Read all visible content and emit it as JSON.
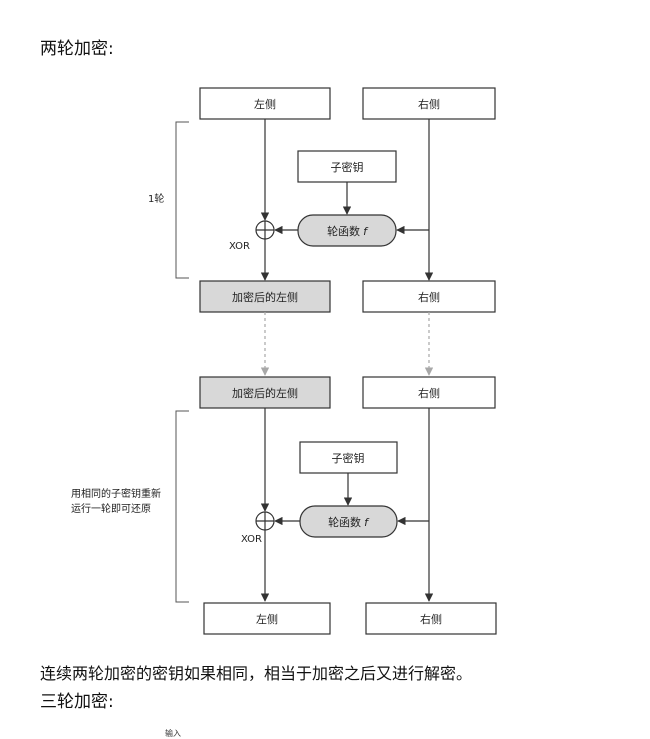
{
  "heading_two_rounds": "两轮加密:",
  "diagram": {
    "top_left": "左侧",
    "top_right": "右侧",
    "subkey_1": "子密钥",
    "round_function_1_prefix": "轮函数",
    "round_function_1_symbol": "f",
    "xor_1": "XOR",
    "round_label": "1轮",
    "encrypted_left_1": "加密后的左侧",
    "right_1": "右侧",
    "encrypted_left_2": "加密后的左侧",
    "right_2": "右侧",
    "subkey_2": "子密钥",
    "round_function_2_prefix": "轮函数",
    "round_function_2_symbol": "f",
    "xor_2": "XOR",
    "note_line1": "用相同的子密钥重新",
    "note_line2": "运行一轮即可还原",
    "bottom_left": "左侧",
    "bottom_right": "右侧"
  },
  "paragraph_conclusion": "连续两轮加密的密钥如果相同，相当于加密之后又进行解密。",
  "heading_three_rounds": "三轮加密:",
  "next_diagram_label": "输入",
  "colors": {
    "box_fill": "#ffffff",
    "shaded_fill": "#d8d8d8",
    "line": "#333333",
    "dashed": "#a8a8a8"
  }
}
